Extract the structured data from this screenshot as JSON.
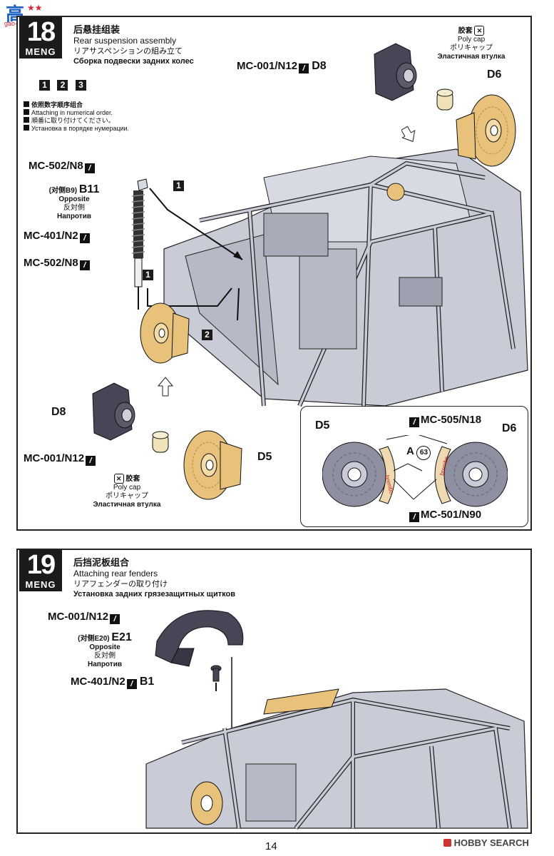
{
  "watermark": {
    "logo_chars": "高",
    "site": "gao-shou.com"
  },
  "step18": {
    "number": "18",
    "brand": "MENG",
    "title_zh": "后悬挂组装",
    "title_en": "Rear suspension assembly",
    "title_ja": "リアサスペンションの組み立て",
    "title_ru": "Сборка подвески задних колес",
    "order_boxes": [
      "1",
      "2",
      "3"
    ],
    "order_note": [
      "依照数字顺序组合",
      "Attaching in numerical order.",
      "順番に取り付けてください。",
      "Установка в порядке нумерации."
    ],
    "labels": {
      "mc502_top": "MC-502/N8",
      "b11_opp_zh": "(对侧B9)",
      "b11": "B11",
      "b11_opp_en": "Opposite",
      "b11_opp_ja": "反対側",
      "b11_opp_ru": "Напротив",
      "mc401": "MC-401/N2",
      "mc502_bot": "MC-502/N8",
      "mc001_top": "MC-001/N12",
      "d8_top": "D8",
      "polycap_zh": "胶套",
      "polycap_en": "Poly cap",
      "polycap_ja": "ポリキャップ",
      "polycap_ru": "Эластичная втулка",
      "d6_top": "D6",
      "d8_bot": "D8",
      "mc001_bot": "MC-001/N12",
      "d5_bot": "D5",
      "polycap2_zh": "胶套",
      "polycap2_en": "Poly cap",
      "polycap2_ja": "ポリキャップ",
      "polycap2_ru": "Эластичная втулка",
      "arrow1a": "1",
      "arrow1b": "1",
      "arrow2": "2"
    },
    "inset": {
      "d5": "D5",
      "d6": "D6",
      "mc505": "MC-505/N18",
      "a_label": "A",
      "a_circle": "63",
      "mc501": "MC-501/N90",
      "caliper_text": "brembo"
    }
  },
  "step19": {
    "number": "19",
    "brand": "MENG",
    "title_zh": "后挡泥板组合",
    "title_en": "Attaching rear fenders",
    "title_ja": "リアフェンダーの取り付け",
    "title_ru": "Установка задних грязезащитных щитков",
    "labels": {
      "mc001": "MC-001/N12",
      "e21_opp_zh": "(对侧E20)",
      "e21": "E21",
      "e21_opp_en": "Opposite",
      "e21_opp_ja": "反対側",
      "e21_opp_ru": "Напротив",
      "mc401": "MC-401/N2",
      "b1": "B1"
    }
  },
  "page_number": "14",
  "footer_brand": "HOBBY SEARCH",
  "colors": {
    "frame": "#c9cbd6",
    "frame_dark": "#8f92a3",
    "gold": "#e8c27a",
    "gold_dark": "#b8873a",
    "hub": "#4a4556",
    "disc_gray": "#8e8fa0"
  }
}
